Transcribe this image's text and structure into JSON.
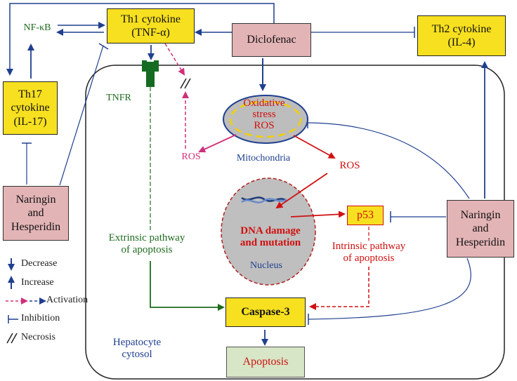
{
  "nodes": {
    "th1": {
      "line1": "Th1 cytokine",
      "line2": "(TNF-α)"
    },
    "th2": {
      "line1": "Th2 cytokine",
      "line2": "(IL-4)"
    },
    "th17": {
      "line1": "Th17",
      "line2": "cytokine",
      "line3": "(IL-17)"
    },
    "diclofenac": "Diclofenac",
    "naringin_left": {
      "line1": "Naringin",
      "line2": "and",
      "line3": "Hesperidin"
    },
    "naringin_right": {
      "line1": "Naringin",
      "line2": "and",
      "line3": "Hesperidin"
    },
    "nfkb": "NF-κB",
    "tnfr": "TNFR",
    "oxidative": {
      "line1": "Oxidative",
      "line2": "stress",
      "line3": "ROS"
    },
    "mitochondria": "Mitochondria",
    "ros_left": "ROS",
    "ros_right": "ROS",
    "dna": {
      "line1": "DNA damage",
      "line2": "and mutation"
    },
    "nucleus": "Nucleus",
    "p53": "p53",
    "intrinsic": {
      "line1": "Intrinsic pathway",
      "line2": "of apoptosis"
    },
    "extrinsic": {
      "line1": "Extrinsic pathway",
      "line2": "of apoptosis"
    },
    "caspase": "Caspase-3",
    "apoptosis": "Apoptosis",
    "hepatocyte": {
      "line1": "Hepatocyte",
      "line2": "cytosol"
    }
  },
  "legend": {
    "decrease": "Decrease",
    "increase": "Increase",
    "activation": "Activation",
    "inhibition": "Inhibition",
    "necrosis": "Necrosis"
  },
  "colors": {
    "blue": "#1f3f8f",
    "red": "#d01010",
    "magenta": "#d0307a",
    "green": "#1f6b1f",
    "yellow": "#f7e01f",
    "pink": "#e3b4b6",
    "lightgreen": "#d6e6c6"
  }
}
